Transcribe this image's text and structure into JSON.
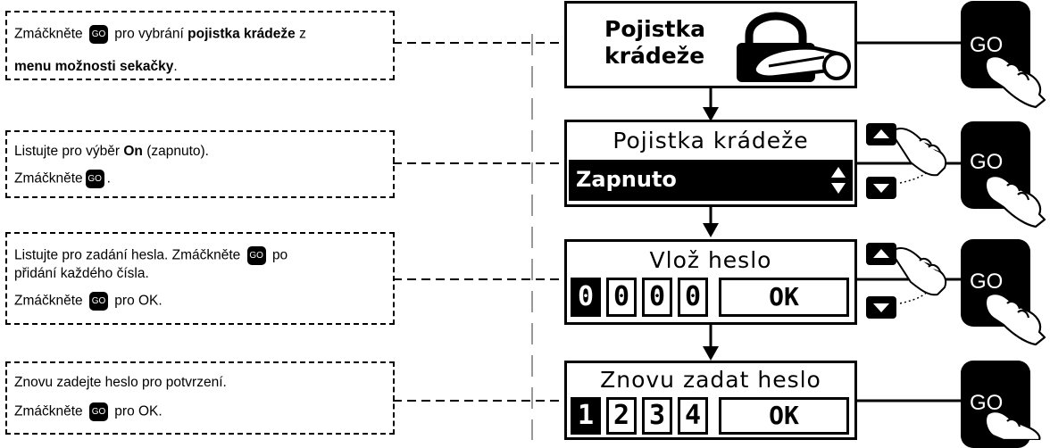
{
  "go_label": "GO",
  "steps": [
    {
      "instruction": {
        "l1_pre": "Zmáčkněte",
        "l1_post": "pro vybrání",
        "l1_bold": "pojistka krádeže",
        "l1_tail": "z",
        "l2_bold": "menu možnosti sekačky",
        "l2_tail": "."
      },
      "screen": {
        "title_line1": "Pojistka",
        "title_line2": "krádeže"
      }
    },
    {
      "instruction": {
        "l1_pre": "Listujte pro výběr",
        "l1_bold": "On",
        "l1_post": "(zapnuto).",
        "l2_pre": "Zmáčkněte",
        "l2_post": "."
      },
      "screen": {
        "title": "Pojistka krádeže",
        "value": "Zapnuto"
      }
    },
    {
      "instruction": {
        "l1_pre": "Listujte pro zadání hesla. Zmáčkněte",
        "l1_post": "po",
        "l2": "přidání každého čísla.",
        "l3_pre": "Zmáčkněte",
        "l3_post": "pro OK."
      },
      "screen": {
        "title": "Vlož heslo",
        "digits": [
          "0",
          "0",
          "0",
          "0"
        ],
        "ok": "OK"
      }
    },
    {
      "instruction": {
        "l1": "Znovu zadejte heslo pro potvrzení.",
        "l2_pre": "Zmáčkněte",
        "l2_post": "pro OK."
      },
      "screen": {
        "title": "Znovu zadat heslo",
        "digits": [
          "1",
          "2",
          "3",
          "4"
        ],
        "ok": "OK"
      }
    }
  ]
}
